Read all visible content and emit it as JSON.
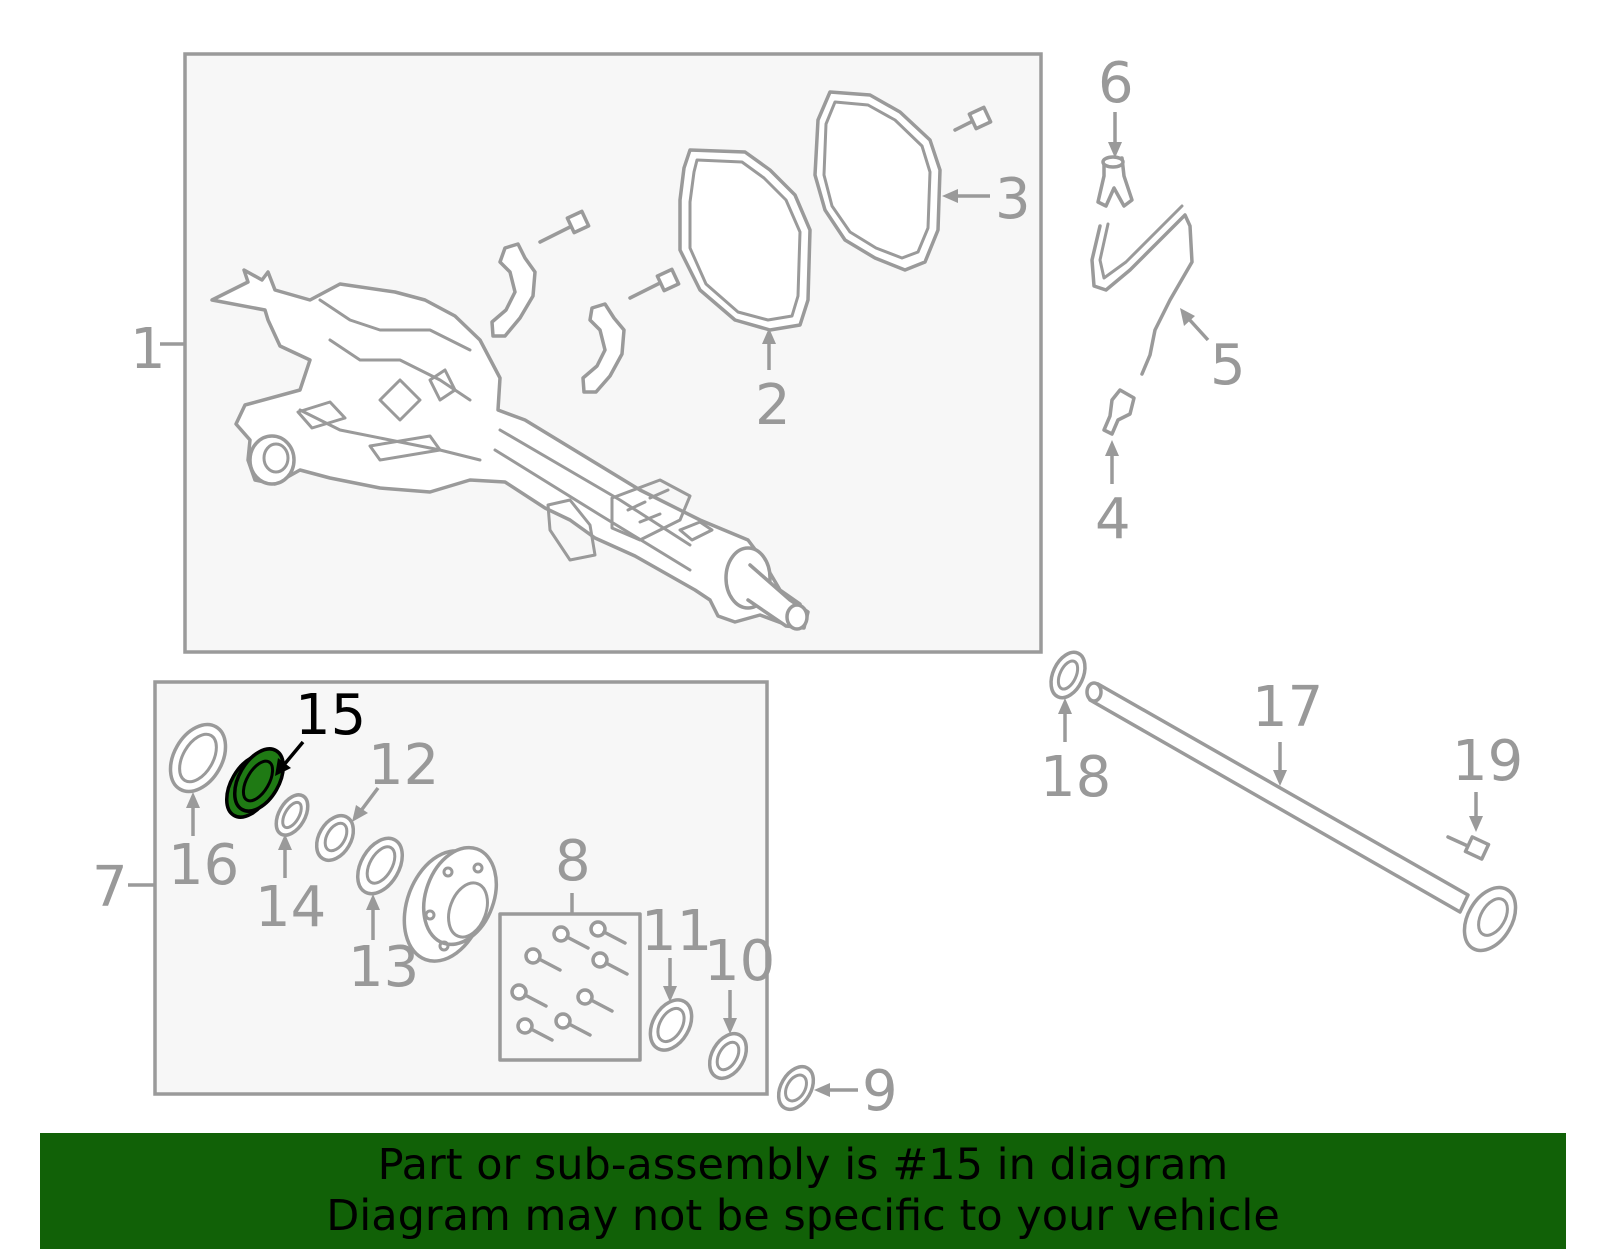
{
  "callouts": {
    "c1": "1",
    "c2": "2",
    "c3": "3",
    "c4": "4",
    "c5": "5",
    "c6": "6",
    "c7": "7",
    "c8": "8",
    "c9": "9",
    "c10": "10",
    "c11": "11",
    "c12": "12",
    "c13": "13",
    "c14": "14",
    "c15": "15",
    "c16": "16",
    "c17": "17",
    "c18": "18",
    "c19": "19"
  },
  "highlighted_part": "15",
  "colors": {
    "highlight_fill": "#1f7a14",
    "banner_background": "#116107",
    "line_gray": "#9a9a9a",
    "callout_gray": "#999999",
    "active_text": "#000000"
  },
  "banner": {
    "line1": "Part or sub-assembly is #15 in diagram",
    "line2": "Diagram may not be specific to your vehicle"
  }
}
